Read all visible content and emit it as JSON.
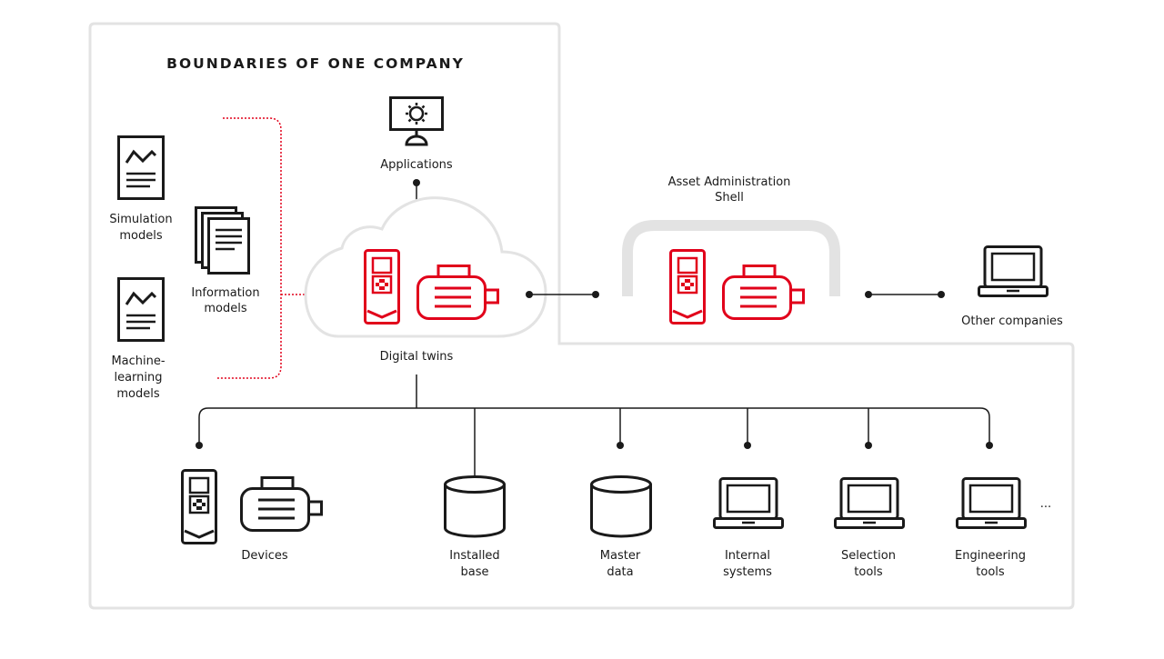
{
  "diagram": {
    "title": "BOUNDARIES OF ONE COMPANY",
    "colors": {
      "accent": "#e1001a",
      "ink": "#1a1a1a",
      "boundary": "#e3e3e3"
    },
    "nodes": {
      "applications": {
        "label": "Applications",
        "icon": "monitor-gear-icon"
      },
      "digital_twins": {
        "label": "Digital twins",
        "icon": "cloud-icon"
      },
      "aas": {
        "label_1": "Asset Administration",
        "label_2": "Shell",
        "icon": "shell-arch-icon"
      },
      "other_companies": {
        "label": "Other companies",
        "icon": "laptop-icon"
      },
      "simulation_models": {
        "label_1": "Simulation",
        "label_2": "models",
        "icon": "document-chart-icon"
      },
      "information_models": {
        "label_1": "Information",
        "label_2": "models",
        "icon": "stacked-documents-icon"
      },
      "ml_models": {
        "label_1": "Machine-",
        "label_2": "learning",
        "label_3": "models",
        "icon": "document-chart-icon"
      },
      "devices": {
        "label": "Devices",
        "icon": "drive-motor-icon"
      },
      "installed_base": {
        "label_1": "Installed",
        "label_2": "base",
        "icon": "database-icon"
      },
      "master_data": {
        "label_1": "Master",
        "label_2": "data",
        "icon": "database-icon"
      },
      "internal_systems": {
        "label_1": "Internal",
        "label_2": "systems",
        "icon": "laptop-icon"
      },
      "selection_tools": {
        "label_1": "Selection",
        "label_2": "tools",
        "icon": "laptop-icon"
      },
      "engineering_tools": {
        "label_1": "Engineering",
        "label_2": "tools",
        "icon": "laptop-icon"
      },
      "more": {
        "label": "..."
      }
    }
  }
}
